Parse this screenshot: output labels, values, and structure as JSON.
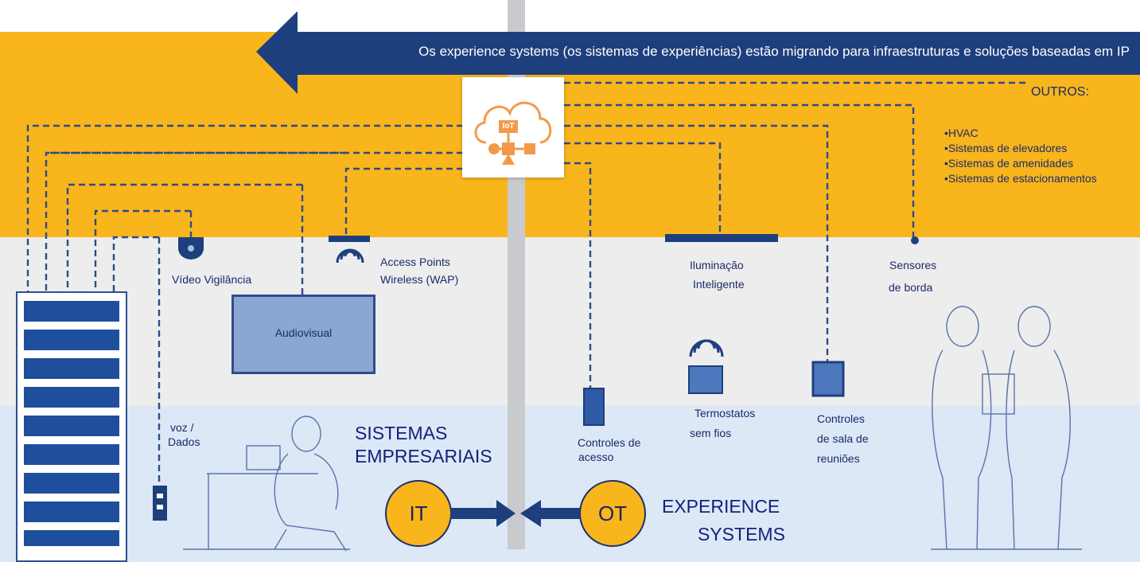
{
  "banner": {
    "text": "Os experience systems (os sistemas de experiências) estão migrando para infraestruturas e soluções baseadas em IP"
  },
  "hub": {
    "label": "IoT"
  },
  "outros": {
    "title": "OUTROS:",
    "items": [
      "•HVAC",
      "•Sistemas de elevadores",
      "•Sistemas de amenidades",
      "•Sistemas de estacionamentos"
    ]
  },
  "devices": {
    "video": "Vídeo Vigilância",
    "wap_line1": "Access Points",
    "wap_line2": "Wireless (WAP)",
    "lighting_line1": "Iluminação",
    "lighting_line2": "Inteligente",
    "sensors_line1": "Sensores",
    "sensors_line2": "de borda",
    "audiovisual": "Audiovisual",
    "voice_line1": "voz /",
    "voice_line2": "Dados",
    "access_line1": "Controles de",
    "access_line2": "acesso",
    "thermo_line1": "Termostatos",
    "thermo_line2": "sem fios",
    "meeting_line1": "Controles",
    "meeting_line2": "de sala de",
    "meeting_line3": "reuniões"
  },
  "enterprise": {
    "line1": "SISTEMAS",
    "line2": "EMPRESARIAIS",
    "circle": "IT"
  },
  "experience": {
    "line1": "EXPERIENCE",
    "line2": "SYSTEMS",
    "circle": "OT"
  },
  "colors": {
    "yellow": "#f8b51c",
    "navy": "#1e3f7d",
    "light_blue": "#dce8f6",
    "grey": "#ededee",
    "iot_orange": "#f39a4a"
  }
}
